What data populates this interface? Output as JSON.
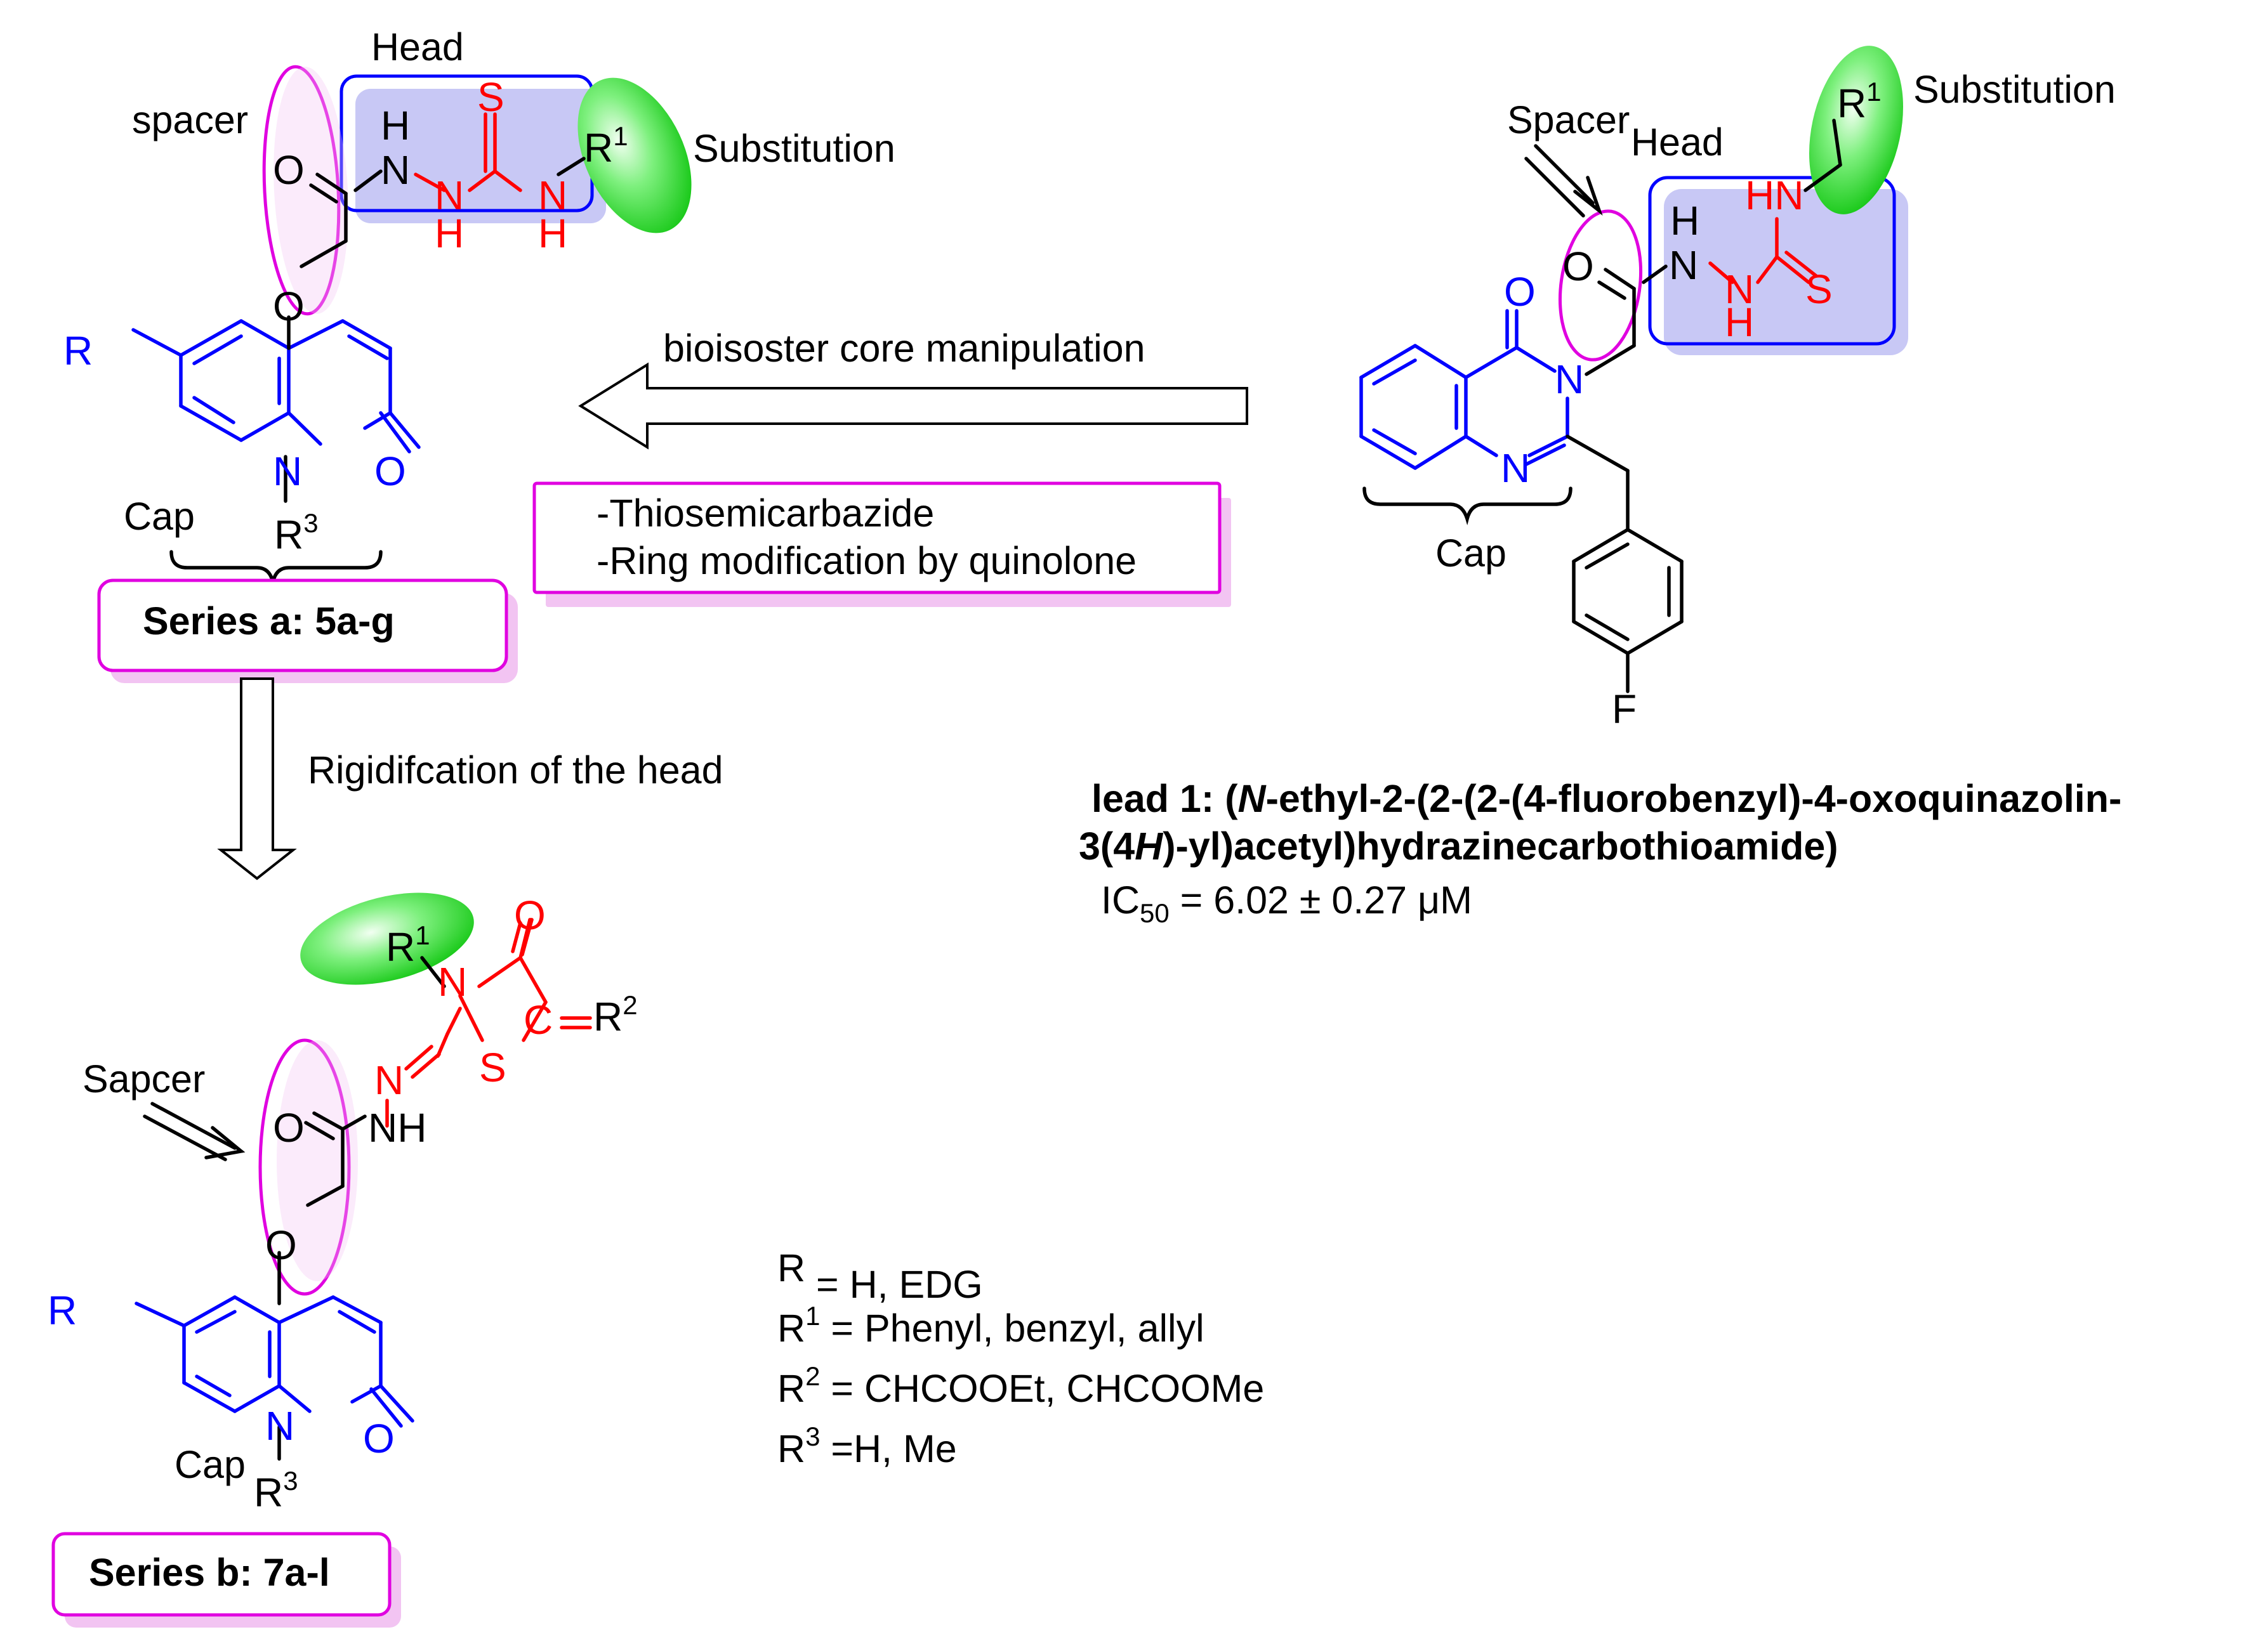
{
  "labels": {
    "head_left": "Head",
    "spacer_left": "spacer",
    "substitution_left": "Substitution",
    "cap_left": "Cap",
    "series_a": "Series a: 5a-g",
    "bioisoster": "bioisoster core manipulation",
    "mod_line1": "-Thiosemicarbazide",
    "mod_line2": "-Ring modification by quinolone",
    "rigidification": "Rigidifcation of the head",
    "spacer_right": "Spacer",
    "head_right": "Head",
    "substitution_right": "Substitution",
    "cap_right": "Cap",
    "lead_prefix": "lead 1:",
    "lead_name_a": "(",
    "lead_name_b": "N",
    "lead_name_c": "-ethyl-2-(2-(2-(4-fluorobenzyl)-4-oxoquinazolin-",
    "lead_name_d": "3(4",
    "lead_name_e": "H",
    "lead_name_f": ")-yl)acetyl)hydrazinecarbothioamide)",
    "ic50_main": "IC",
    "ic50_sub": "50",
    "ic50_value": " = 6.02 ± 0.27 μM",
    "sapcer": "Sapcer",
    "cap_bottom": "Cap",
    "series_b": "Series b: 7a-l"
  },
  "definitions": [
    {
      "sym": "R",
      "sup": "",
      "text": " = H, EDG"
    },
    {
      "sym": "R",
      "sup": "1",
      "text": " = Phenyl, benzyl, allyl"
    },
    {
      "sym": "R",
      "sup": "2",
      "text": " = CHCOOEt, CHCOOMe"
    },
    {
      "sym": "R",
      "sup": "3",
      "text": " =H, Me"
    }
  ],
  "atoms": {
    "O": "O",
    "N": "N",
    "H": "H",
    "S": "S",
    "F": "F",
    "R": "R",
    "NH": "NH",
    "HN": "HN",
    "C": "C",
    "R1": "1",
    "R2": "2",
    "R3": "3"
  },
  "colors": {
    "core_blue": "#0000ff",
    "head_red": "#ff0000",
    "highlight_magenta": "#e000e0",
    "substitution_green": "#22dd22"
  }
}
